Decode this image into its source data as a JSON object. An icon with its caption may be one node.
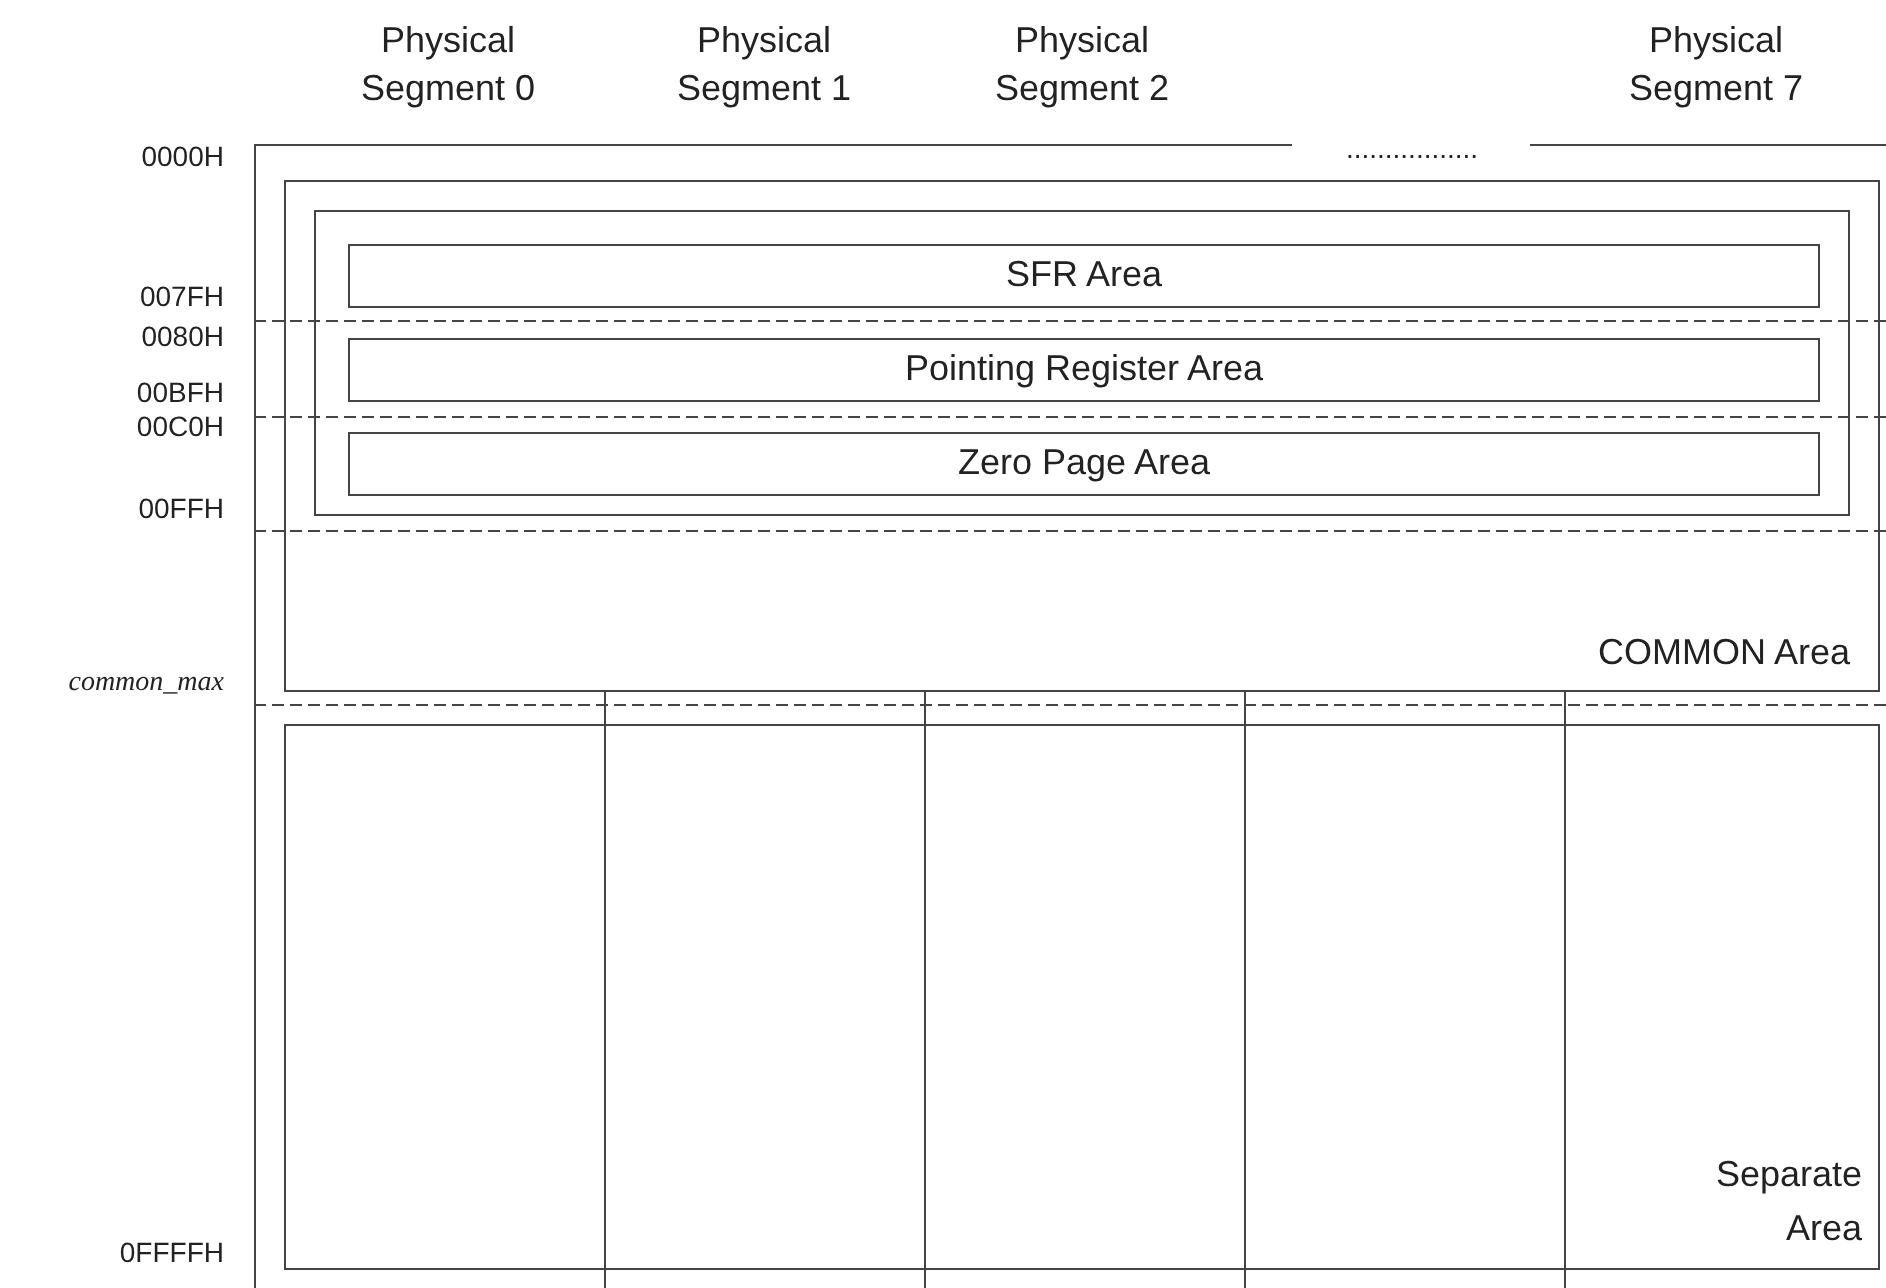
{
  "diagram": {
    "nodes": [
      {
        "text": [
          "COMMON Area"
        ]
      },
      {
        "text": [],
        "shape": "box",
        "in": 0
      },
      {
        "text": [
          "SFR Area"
        ],
        "in": 1
      },
      {
        "text": [
          "Pointing Register Area"
        ],
        "in": 1
      },
      {
        "text": [
          "Zero Page Area"
        ],
        "in": 1
      },
      {
        "text": [
          "Separate Area"
        ]
      }
    ],
    "labels": [
      "Physical Segment 0",
      "Physical Segment 1",
      "Physical Segment 2",
      ".................",
      "Physical Segment 7",
      "0000H",
      "007FH",
      "0080H",
      "00BFH",
      "00C0H",
      "00FFH",
      "common_max",
      "0FFFFH"
    ]
  }
}
